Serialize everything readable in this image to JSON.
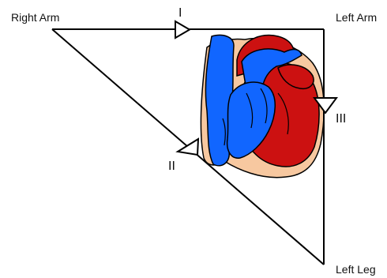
{
  "diagram": {
    "vertices": {
      "right_arm": "Right Arm",
      "left_arm": "Left Arm",
      "left_leg": "Left Leg"
    },
    "leads": {
      "lead_1": "I",
      "lead_2": "II",
      "lead_3": "III"
    }
  },
  "colors": {
    "lines": "#000000",
    "deoxygenated_blue": "#1166ff",
    "oxygenated_red": "#cc1111",
    "outline": "#000000",
    "pericardium_tan": "#f7c8a0"
  },
  "icons": {
    "center_graphic": "heart-illustration",
    "lead_markers": "triangle-arrow-icon"
  }
}
